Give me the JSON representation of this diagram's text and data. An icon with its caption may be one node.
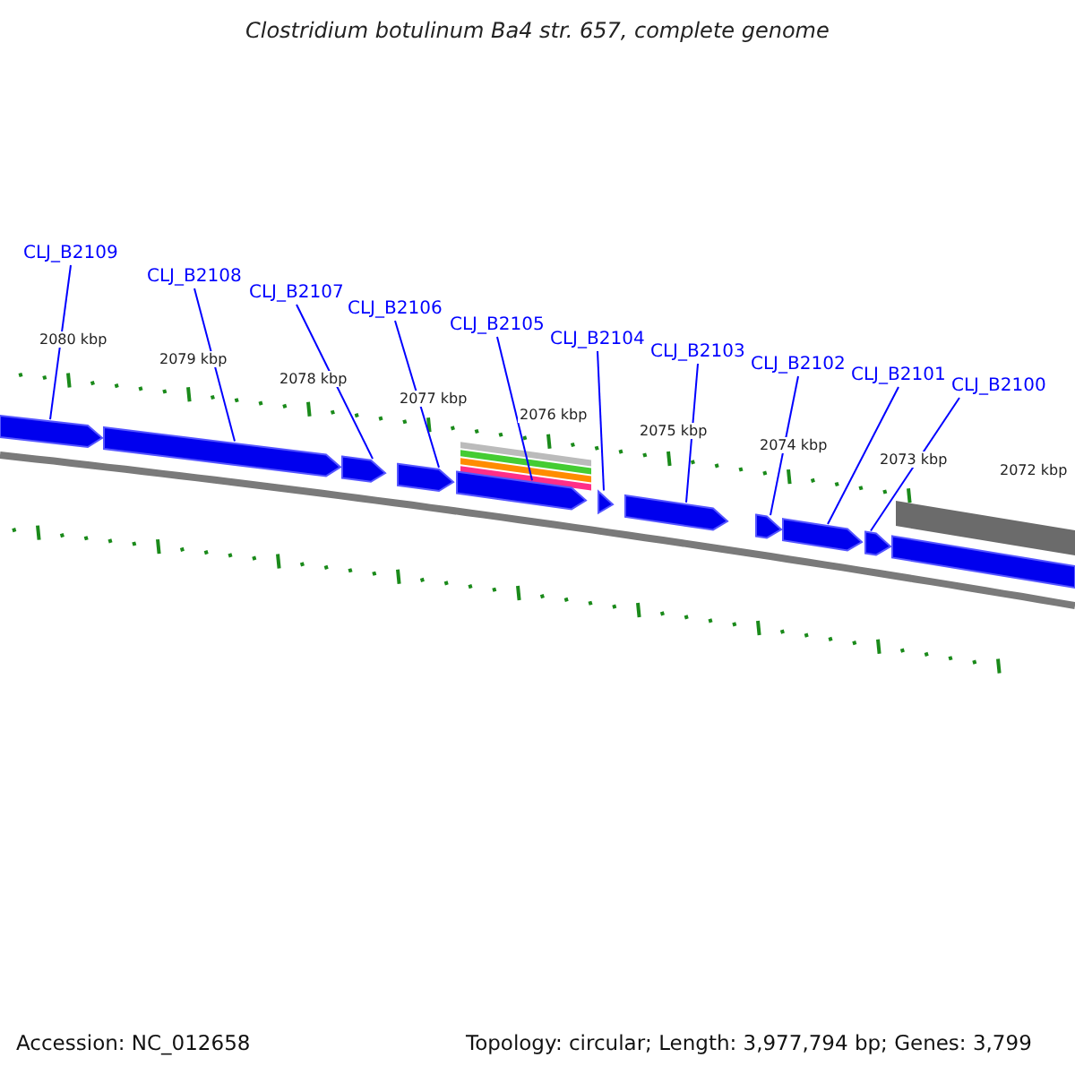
{
  "diagram": {
    "title": "Clostridium botulinum Ba4 str. 657, complete genome",
    "nodes": [
      {
        "text": [
          "CLJ_B2109"
        ]
      },
      {
        "text": [
          "CLJ_B2108"
        ]
      },
      {
        "text": [
          "CLJ_B2107"
        ]
      },
      {
        "text": [
          "CLJ_B2106"
        ]
      },
      {
        "text": [
          "CLJ_B2105"
        ]
      },
      {
        "text": [
          "CLJ_B2104"
        ]
      },
      {
        "text": [
          "CLJ_B2103"
        ]
      },
      {
        "text": [
          "CLJ_B2102"
        ]
      },
      {
        "text": [
          "CLJ_B2101"
        ]
      },
      {
        "text": [
          "CLJ_B2100"
        ]
      },
      {
        "text": [],
        "shape": "arrow"
      },
      {
        "text": [],
        "shape": "arrow"
      },
      {
        "text": [],
        "shape": "arrow"
      },
      {
        "text": [],
        "shape": "arrow"
      },
      {
        "text": [],
        "shape": "arrow"
      },
      {
        "text": [],
        "shape": "arrow"
      },
      {
        "text": [],
        "shape": "arrow"
      },
      {
        "text": [],
        "shape": "arrow"
      },
      {
        "text": [],
        "shape": "arrow"
      },
      {
        "text": [],
        "shape": "arrow"
      },
      {
        "text": [],
        "shape": "box"
      },
      {
        "text": [],
        "shape": "bar"
      },
      {
        "text": [],
        "shape": "bar"
      }
    ],
    "edges": [
      {
        "from": 0,
        "to": 10,
        "arrow": "none"
      },
      {
        "from": 1,
        "to": 11,
        "arrow": "none"
      },
      {
        "from": 2,
        "to": 12,
        "arrow": "none"
      },
      {
        "from": 3,
        "to": 13,
        "arrow": "none"
      },
      {
        "from": 4,
        "to": 14,
        "arrow": "none"
      },
      {
        "from": 5,
        "to": 15,
        "arrow": "none"
      },
      {
        "from": 6,
        "to": 16,
        "arrow": "none"
      },
      {
        "from": 7,
        "to": 17,
        "arrow": "none"
      },
      {
        "from": 8,
        "to": 18,
        "arrow": "none"
      },
      {
        "from": 9,
        "to": 19,
        "arrow": "none"
      }
    ],
    "labels": [
      "2080 kbp",
      "2079 kbp",
      "2078 kbp",
      "2077 kbp",
      "2076 kbp",
      "2075 kbp",
      "2074 kbp",
      "2073 kbp",
      "2072 kbp",
      "Accession: NC_012658",
      "Topology: circular; Length: 3,977,794 bp; Genes: 3,799"
    ]
  }
}
